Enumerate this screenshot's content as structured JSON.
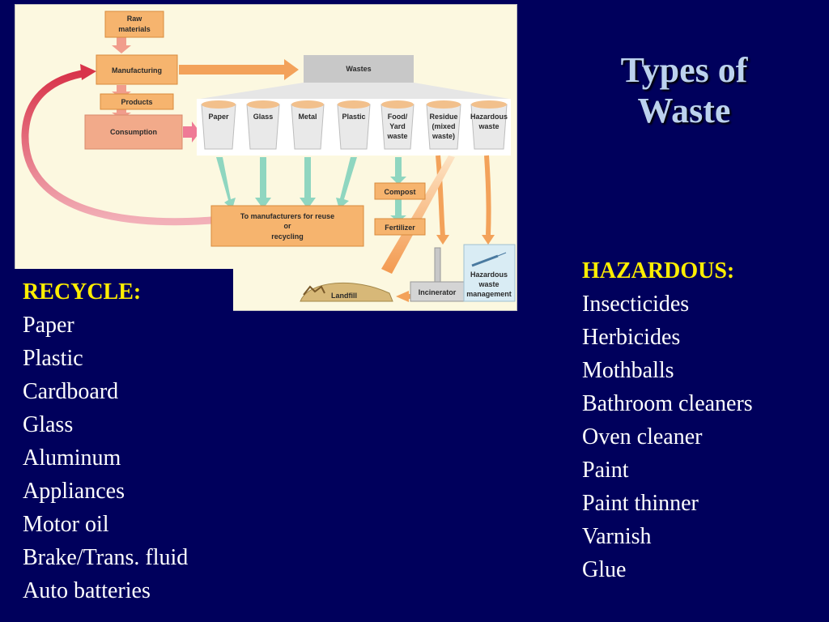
{
  "title": {
    "line1": "Types of",
    "line2": "Waste"
  },
  "diagram": {
    "raw_materials": [
      "Raw",
      "materials"
    ],
    "manufacturing": "Manufacturing",
    "products": "Products",
    "consumption": "Consumption",
    "wastes": "Wastes",
    "bins": [
      {
        "lines": [
          "Paper"
        ]
      },
      {
        "lines": [
          "Glass"
        ]
      },
      {
        "lines": [
          "Metal"
        ]
      },
      {
        "lines": [
          "Plastic"
        ]
      },
      {
        "lines": [
          "Food/",
          "Yard",
          "waste"
        ]
      },
      {
        "lines": [
          "Residue",
          "(mixed",
          "waste)"
        ]
      },
      {
        "lines": [
          "Hazardous",
          "waste"
        ]
      }
    ],
    "manufacturers": [
      "To manufacturers for reuse",
      "or",
      "recycling"
    ],
    "compost": "Compost",
    "fertilizer": "Fertilizer",
    "landfill": "Landfill",
    "incinerator": "Incinerator",
    "hazardous_mgmt": [
      "Hazardous",
      "waste",
      "management"
    ],
    "colors": {
      "orange_box": "#f6b46e",
      "gray_box": "#c8c8c8",
      "recycle_arrow": "#8fd6c0",
      "return_arrow": "#e25a6a",
      "wastes_arrow": "#f3a25a"
    }
  },
  "recycle": {
    "heading": "RECYCLE:",
    "items": [
      "Paper",
      "Plastic",
      "Cardboard",
      "Glass",
      "Aluminum",
      "Appliances",
      "Motor oil",
      "Brake/Trans. fluid",
      "Auto batteries"
    ]
  },
  "hazardous": {
    "heading": "HAZARDOUS:",
    "items": [
      "Insecticides",
      "Herbicides",
      "Mothballs",
      "Bathroom cleaners",
      "Oven cleaner",
      "Paint",
      "Paint thinner",
      "Varnish",
      "Glue"
    ]
  }
}
